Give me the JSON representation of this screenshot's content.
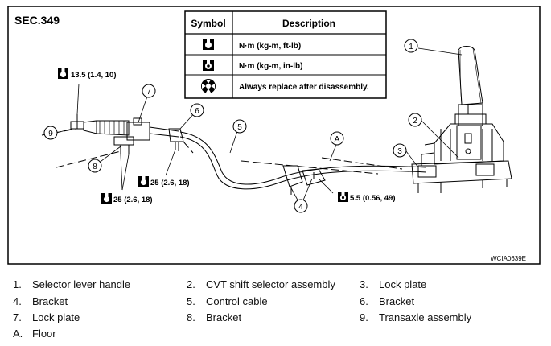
{
  "section": "SEC.349",
  "figure_code": "WCIA0639E",
  "symbol_table": {
    "headers": [
      "Symbol",
      "Description"
    ],
    "rows": [
      {
        "icon": "torque-wrench-icon",
        "description": "N·m (kg-m, ft-lb)"
      },
      {
        "icon": "torque-wrench-small-icon",
        "description": "N·m (kg-m, in-lb)"
      },
      {
        "icon": "replace-after-disassembly-icon",
        "description": "Always replace after disassembly."
      }
    ]
  },
  "torque_specs": [
    {
      "icon": "torque-wrench-icon",
      "value": "13.5 (1.4, 10)"
    },
    {
      "icon": "torque-wrench-icon",
      "value": "25 (2.6, 18)"
    },
    {
      "icon": "torque-wrench-icon",
      "value": "25 (2.6, 18)"
    },
    {
      "icon": "torque-wrench-small-icon",
      "value": "5.5 (0.56, 49)"
    }
  ],
  "callouts": [
    "1",
    "2",
    "3",
    "4",
    "5",
    "6",
    "7",
    "8",
    "9",
    "A"
  ],
  "legend": [
    {
      "key": "1.",
      "label": "Selector lever handle"
    },
    {
      "key": "2.",
      "label": "CVT shift selector assembly"
    },
    {
      "key": "3.",
      "label": "Lock plate"
    },
    {
      "key": "4.",
      "label": "Bracket"
    },
    {
      "key": "5.",
      "label": "Control cable"
    },
    {
      "key": "6.",
      "label": "Bracket"
    },
    {
      "key": "7.",
      "label": "Lock plate"
    },
    {
      "key": "8.",
      "label": "Bracket"
    },
    {
      "key": "9.",
      "label": "Transaxle assembly"
    },
    {
      "key": "A.",
      "label": "Floor"
    }
  ]
}
